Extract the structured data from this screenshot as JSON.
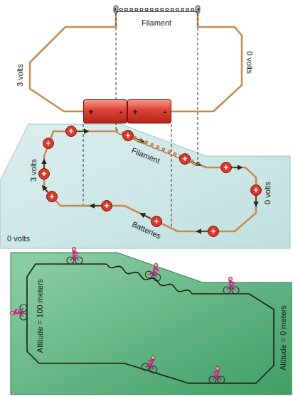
{
  "diagram": {
    "nodes": [
      {
        "text": [
          "+",
          "-"
        ]
      },
      {
        "text": [
          "+",
          "-"
        ]
      },
      {
        "text": [
          "+"
        ]
      },
      {
        "text": [
          "+"
        ]
      },
      {
        "text": [
          "+"
        ]
      },
      {
        "text": [
          "+"
        ]
      },
      {
        "text": [
          "+"
        ]
      },
      {
        "text": [
          "+"
        ]
      },
      {
        "text": [
          "+"
        ]
      },
      {
        "text": [
          "+"
        ]
      },
      {
        "text": [
          "+"
        ]
      },
      {
        "text": [
          "+"
        ]
      },
      {
        "text": [
          "+"
        ]
      }
    ],
    "labels": [
      "Filament",
      "3 volts",
      "0 volts",
      "3 volts",
      "Filament",
      "0 volts",
      "Batteries",
      "0 volts",
      "Altitude = 100 meters",
      "Altitude = 0 meters"
    ]
  }
}
